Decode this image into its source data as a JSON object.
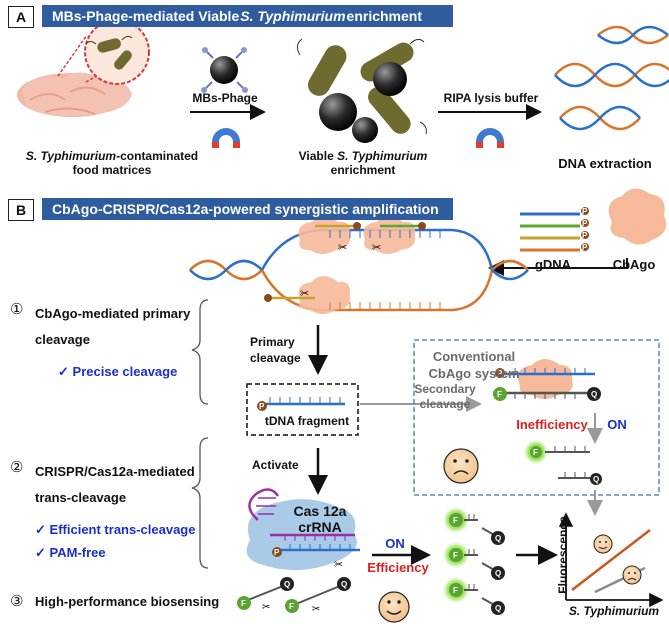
{
  "panel_a": {
    "tag": "A",
    "title_pre": "MBs-Phage-mediated Viable ",
    "title_italic": "S. Typhimurium",
    "title_post": " enrichment",
    "food_label_italic": "S. Typhimurium",
    "food_label_line1_post": "-contaminated",
    "food_label_line2": "food matrices",
    "step1_label": "MBs-Phage",
    "viable_pre": "Viable ",
    "viable_italic": "S. Typhimurium",
    "viable_line2": "enrichment",
    "step2_label": "RIPA lysis buffer",
    "dna_extraction": "DNA extraction"
  },
  "panel_b": {
    "tag": "B",
    "title": "CbAgo-CRISPR/Cas12a-powered synergistic amplification",
    "gdna": "gDNA",
    "cbago": "CbAgo",
    "phos": "P",
    "steps": [
      {
        "num": "①",
        "line1": "CbAgo-mediated primary",
        "line2": "cleavage"
      },
      {
        "num": "②",
        "line1": "CRISPR/Cas12a-mediated",
        "line2": "trans-cleavage"
      },
      {
        "num": "③",
        "line1": "High-performance biosensing",
        "line2": ""
      }
    ],
    "benefits": [
      "Precise cleavage",
      "Efficient trans-cleavage",
      "PAM-free"
    ],
    "check": "✓",
    "primary_cleavage_1": "Primary",
    "primary_cleavage_2": "cleavage",
    "tdna_fragment": "tDNA fragment",
    "activate": "Activate",
    "cas12a": "Cas 12a",
    "crrna": "crRNA",
    "on_label": "ON",
    "efficiency": "Efficiency",
    "conventional_1": "Conventional",
    "conventional_2": "CbAgo system",
    "secondary_1": "Secondary",
    "secondary_2": "cleavage",
    "inefficiency": "Inefficiency",
    "on_label_2": "ON",
    "fluor_f": "F",
    "quench_q": "Q",
    "chart_ylabel": "Fluorescence",
    "chart_xlabel": "S. Typhimurium"
  },
  "colors": {
    "header_blue": "#2f5c9e",
    "dna_blue": "#2c6fc7",
    "dna_orange": "#d9742b",
    "cbago_peach": "#f6b99a",
    "cas_blue": "#a9cbe8",
    "rna_purple": "#9b2fa3",
    "fluor_green": "#5aa532",
    "emphasis_red": "#e02020",
    "emphasis_blue": "#1a2fc9"
  }
}
